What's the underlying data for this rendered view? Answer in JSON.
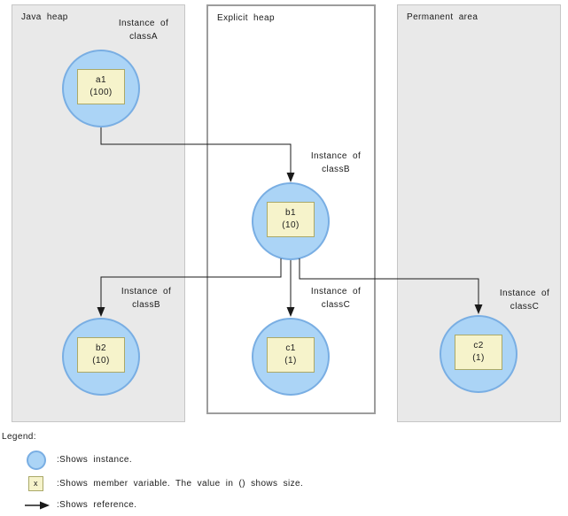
{
  "panels": {
    "java_heap": {
      "title": "Java heap"
    },
    "explicit_heap": {
      "title": "Explicit heap"
    },
    "permanent_area": {
      "title": "Permanent area"
    }
  },
  "nodes": {
    "a1": {
      "name": "a1",
      "size": "(100)",
      "label_line1": "Instance of",
      "label_line2": "classA"
    },
    "b1": {
      "name": "b1",
      "size": "(10)",
      "label_line1": "Instance of",
      "label_line2": "classB"
    },
    "b2": {
      "name": "b2",
      "size": "(10)",
      "label_line1": "Instance of",
      "label_line2": "classB"
    },
    "c1": {
      "name": "c1",
      "size": "(1)",
      "label_line1": "Instance of",
      "label_line2": "classC"
    },
    "c2": {
      "name": "c2",
      "size": "(1)",
      "label_line1": "Instance of",
      "label_line2": "classC"
    }
  },
  "edges": [
    {
      "from": "a1",
      "to": "b1"
    },
    {
      "from": "b1",
      "to": "b2"
    },
    {
      "from": "b1",
      "to": "c1"
    },
    {
      "from": "b1",
      "to": "c2"
    }
  ],
  "legend": {
    "title": "Legend:",
    "items": [
      {
        "symbol": "instance-circle",
        "text": ":Shows instance."
      },
      {
        "symbol": "member-variable-box",
        "symbol_label": "x",
        "text": ":Shows member variable. The value in () shows size."
      },
      {
        "symbol": "reference-arrow",
        "text": ":Shows reference."
      }
    ]
  },
  "colors": {
    "panel_background": "#e9e9e9",
    "panel_border": "#c6c6c6",
    "explicit_panel_border": "#9d9d9d",
    "instance_fill": "#abd4f6",
    "instance_border": "#79aee3",
    "member_fill": "#f6f3cb",
    "member_border": "#aaa968",
    "line": "#1a1a1a"
  }
}
